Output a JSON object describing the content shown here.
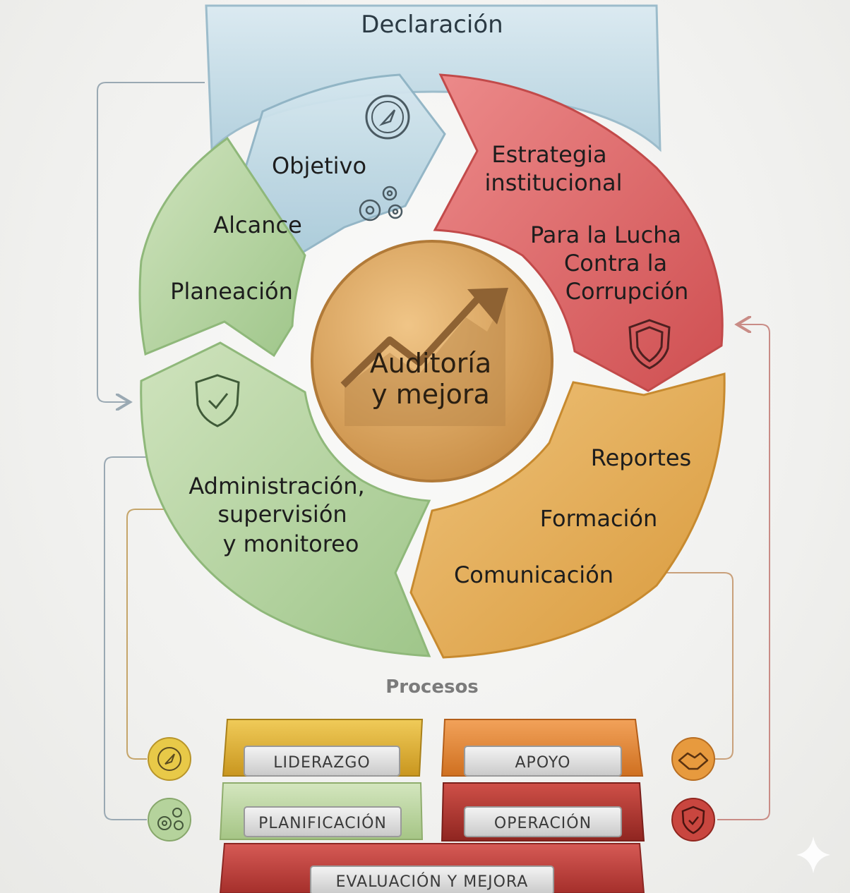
{
  "banner": {
    "label": "Declaración"
  },
  "center": {
    "line1": "Auditoría",
    "line2": "y mejora"
  },
  "segments": {
    "blue": {
      "label": "Objetivo"
    },
    "green_top": {
      "line1": "Alcance",
      "line2": "Planeación"
    },
    "red": {
      "line1": "Estrategia",
      "line2": "institucional",
      "line3": "Para la Lucha",
      "line4": "Contra la",
      "line5": "Corrupción"
    },
    "orange": {
      "line1": "Reportes",
      "line2": "Formación",
      "line3": "Comunicación"
    },
    "green_bottom": {
      "line1": "Administración,",
      "line2": "supervisión",
      "line3": "y monitoreo"
    }
  },
  "processes": {
    "title": "Procesos",
    "blocks": [
      {
        "label": "LIDERAZGO",
        "color": "#e0b23a"
      },
      {
        "label": "APOYO",
        "color": "#e58a3a"
      },
      {
        "label": "PLANIFICACIÓN",
        "color": "#b9d49a"
      },
      {
        "label": "OPERACIÓN",
        "color": "#b8372e"
      },
      {
        "label": "EVALUACIÓN Y MEJORA",
        "color": "#c0403a"
      }
    ]
  },
  "icons": {
    "compass": "compass-icon",
    "gears": "gears-icon",
    "shield": "shield-check-icon",
    "handshake": "handshake-icon",
    "trend": "trend-arrow-icon"
  },
  "colors": {
    "blue": "#bcd6e2",
    "green": "#b7d5a0",
    "red": "#dc6566",
    "orange": "#e1a64a",
    "center": "#d9a25c"
  }
}
